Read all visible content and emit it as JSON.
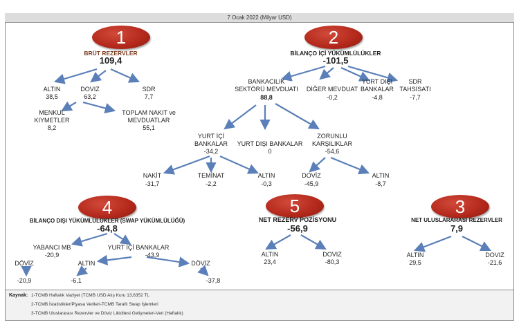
{
  "header": {
    "title": "7 Ocak 2022 (Milyar USD)"
  },
  "colors": {
    "badge": "#b52a1c",
    "arrow": "#5b7fb8"
  },
  "badges": [
    "1",
    "2",
    "3",
    "4",
    "5"
  ],
  "nodes": {
    "brut": {
      "label": "BRÜT REZERVLER",
      "value": "109,4"
    },
    "altin1": {
      "label": "ALTIN",
      "value": "38,5"
    },
    "doviz1": {
      "label": "DOVIZ",
      "value": "63,2"
    },
    "sdr1": {
      "label": "SDR",
      "value": "7,7"
    },
    "menkul": {
      "label1": "MENKUL",
      "label2": "KIYMETLER",
      "value": "8,2"
    },
    "toplam": {
      "label1": "TOPLAM NAKIT ve",
      "label2": "MEVDUATLAR",
      "value": "55,1"
    },
    "bilanco": {
      "label": "BİLANÇO İÇİ YÜKÜMLÜLÜKLER",
      "value": "-101,5"
    },
    "bankacilik": {
      "label1": "BANKACILIK",
      "label2": "SEKTÖRÜ MEVDUATI",
      "value": "88,8"
    },
    "diger": {
      "label": "DİĞER MEVDUAT",
      "value": "-0,2"
    },
    "ydb1": {
      "label1": "YURT DIŞI",
      "label2": "BANKALAR",
      "value": "-4,8"
    },
    "sdr2": {
      "label1": "SDR",
      "label2": "TAHSİSATI",
      "value": "-7,7"
    },
    "yib1": {
      "label1": "YURT İÇİ",
      "label2": "BANKALAR",
      "value": "-34,2"
    },
    "ydb2": {
      "label": "YURT DIŞI BANKALAR",
      "value": "0"
    },
    "zorunlu": {
      "label1": "ZORUNLU",
      "label2": "KARŞILIKLAR",
      "value": "-54,6"
    },
    "nakit": {
      "label": "NAKİT",
      "value": "-31,7"
    },
    "teminat": {
      "label": "TEMİNAT",
      "value": "-2,2"
    },
    "altin2": {
      "label": "ALTIN",
      "value": "-0,3"
    },
    "doviz2": {
      "label": "DOVİZ",
      "value": "-45,9"
    },
    "altin3": {
      "label": "ALTIN",
      "value": "-8,7"
    },
    "bilancodisi": {
      "label": "BİLANÇO DIŞI  YÜKÜMLÜLÜKLER (SWAP YÜKÜMLÜLÜĞÜ)",
      "value": "-64,8"
    },
    "yabanci": {
      "label": "YABANCI MB",
      "value": "-20,9"
    },
    "doviz3": {
      "label": "DÖVİZ",
      "value": "-20,9"
    },
    "yib2": {
      "label": "YURT İÇİ BANKALAR",
      "value": "-43,9"
    },
    "altin4": {
      "label": "ALTIN",
      "value": "-6,1"
    },
    "doviz4": {
      "label": "DÖVİZ",
      "value": "-37,8"
    },
    "netrezerv": {
      "label": "NET REZERV POZİSYONU",
      "value": "-56,9"
    },
    "altin5": {
      "label": "ALTIN",
      "value": "23,4"
    },
    "doviz5": {
      "label": "DOVIZ",
      "value": "-80,3"
    },
    "netulus": {
      "label": "NET ULUSLARARASI REZERVLER",
      "value": "7,9"
    },
    "altin6": {
      "label": "ALTIN",
      "value": "29,5"
    },
    "doviz6": {
      "label": "DOVIZ",
      "value": "-21,6"
    }
  },
  "sources": {
    "label": "Kaynak:",
    "lines": [
      "1-TCMB Haftalık Vaziyet (TCMB USD Alış Kuru 13,6352 TL",
      "2-TCMB İstatistikler/Piyasa Verileri-TCMB Taraflı Swap İşlemleri",
      "3-TCMB Uluslararası Rezervler ve Döviz Likiditesi Gelişmeleri-Veri (Haftalık)"
    ]
  }
}
